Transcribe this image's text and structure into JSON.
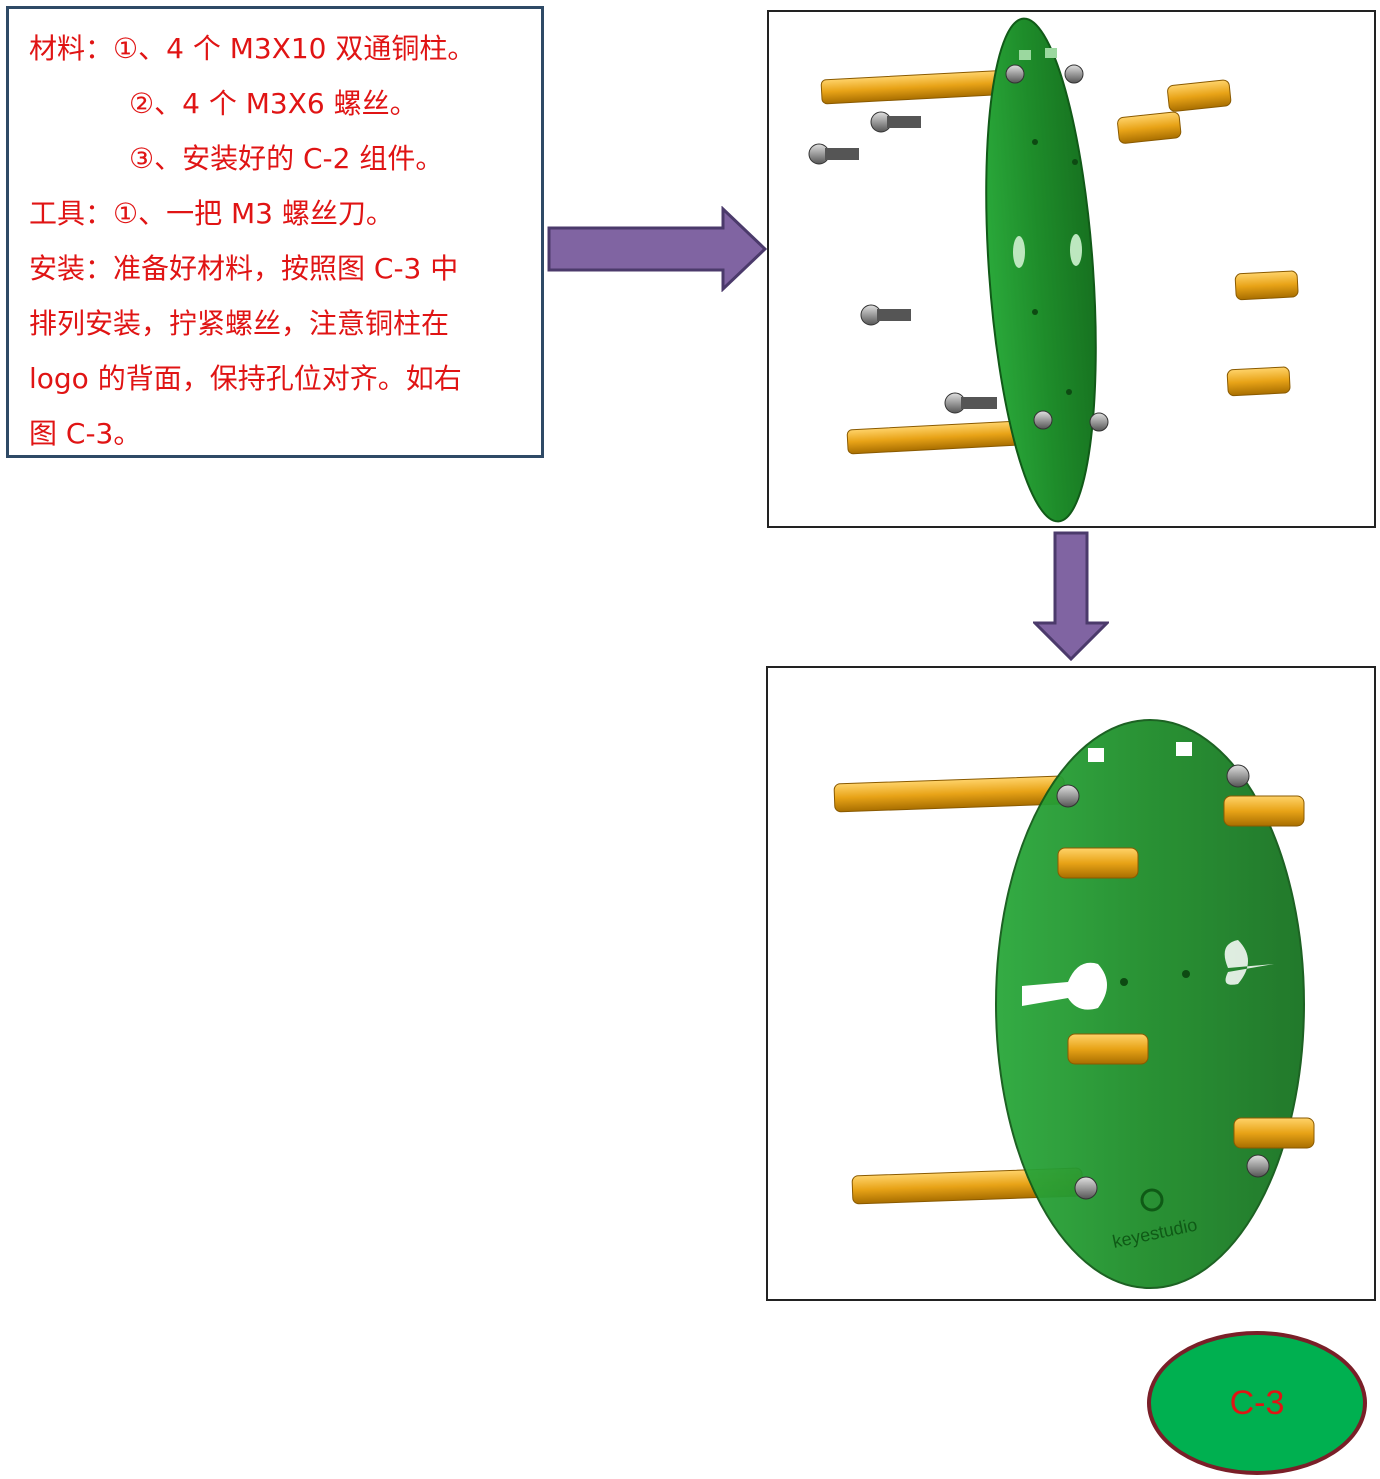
{
  "instructions": {
    "materials_line1": "材料：①、4 个 M3X10 双通铜柱。",
    "materials_line2": "②、4 个 M3X6 螺丝。",
    "materials_line3": "③、安装好的 C-2 组件。",
    "tools_line": "工具：①、一把 M3 螺丝刀。",
    "install_line1": "安装：准备好材料，按照图 C-3 中",
    "install_line2": "排列安装，拧紧螺丝，注意铜柱在",
    "install_line3": "logo 的背面，保持孔位对齐。如右",
    "install_line4": "图 C-3。"
  },
  "figure_label": "C-3",
  "bottom_plate_logo": "keyestudio",
  "colors": {
    "text_red": "#e01414",
    "box_border": "#2f4a66",
    "arrow_purple": "#8064a2",
    "plate_green": "#1e8c2a",
    "brass": "#e8a317",
    "label_fill": "#00b050",
    "label_border": "#7a1f28"
  }
}
